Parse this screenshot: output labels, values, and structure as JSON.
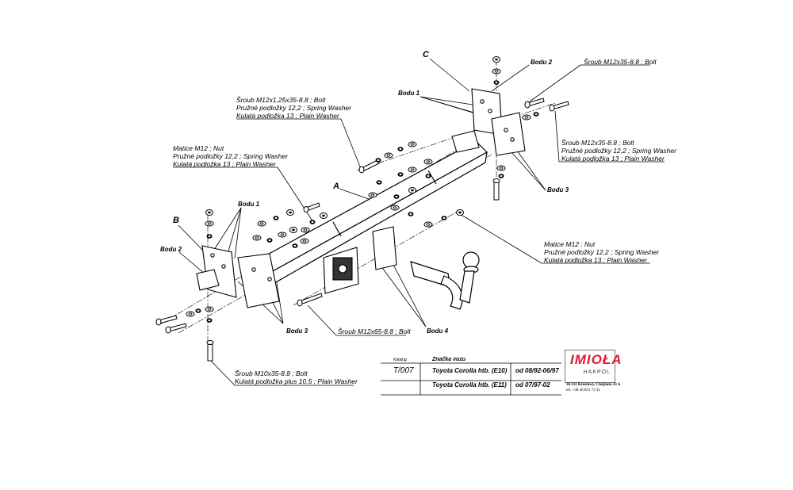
{
  "callouts": {
    "bolt_top_right": [
      "Šroub M12x35-8.8 ;  Bolt"
    ],
    "bolt_right": [
      "Šroub M12x35-8.8 ;  Bolt",
      "Pružné podložky 12,2 ; Spring Washer",
      "Kulatá podložka  13 ; Plain Washer"
    ],
    "bolt_center_top": [
      "Šroub M12x1,25x35-8.8 ;  Bolt",
      "Pružné podložky 12,2 ; Spring Washer",
      "Kulatá podložka  13 ; Plain Washer"
    ],
    "nut_left": [
      "Matice M12 ; Nut",
      "Pružné podložky 12,2 ; Spring Washer",
      "Kulatá podložka  13 ; Plain Washer"
    ],
    "nut_right": [
      "Matice  M12 ; Nut",
      "Pružné podložky 12,2 ; Spring Washer",
      "Kulatá podložka  13 ; Plain Washer"
    ],
    "bolt_center_bottom": [
      "Šroub M12x65-8.8 ;  Bolt"
    ],
    "bolt_left_bottom": [
      "Šroub M10x35-8.8 ;  Bolt",
      "Kulatá podložka plus 10,5 ; Plain Washer"
    ]
  },
  "letters": {
    "a": "A",
    "b": "B",
    "c": "C"
  },
  "bodu": {
    "one": "Bodu 1",
    "two": "Bodu 2",
    "three": "Bodu 3",
    "four": "Bodu 4"
  },
  "title_block": {
    "katalog_label": "Katalog",
    "katalog_value": "T/007",
    "znacka_label": "Značka vozu",
    "rows": [
      {
        "model": "Toyota Corolla htb. (E10)",
        "period": "od  08/92-06/97"
      },
      {
        "model": "Toyota Corolla htb. (E11)",
        "period": "od 07/97-02"
      }
    ]
  },
  "logo": {
    "name": "IMIOŁA",
    "sub": "HAKPOL",
    "address": "36-111 Krosławy, Chojnata 23 A",
    "phone": "tel. +48 46 831 73 31",
    "accent_color": "#e21b2d"
  }
}
